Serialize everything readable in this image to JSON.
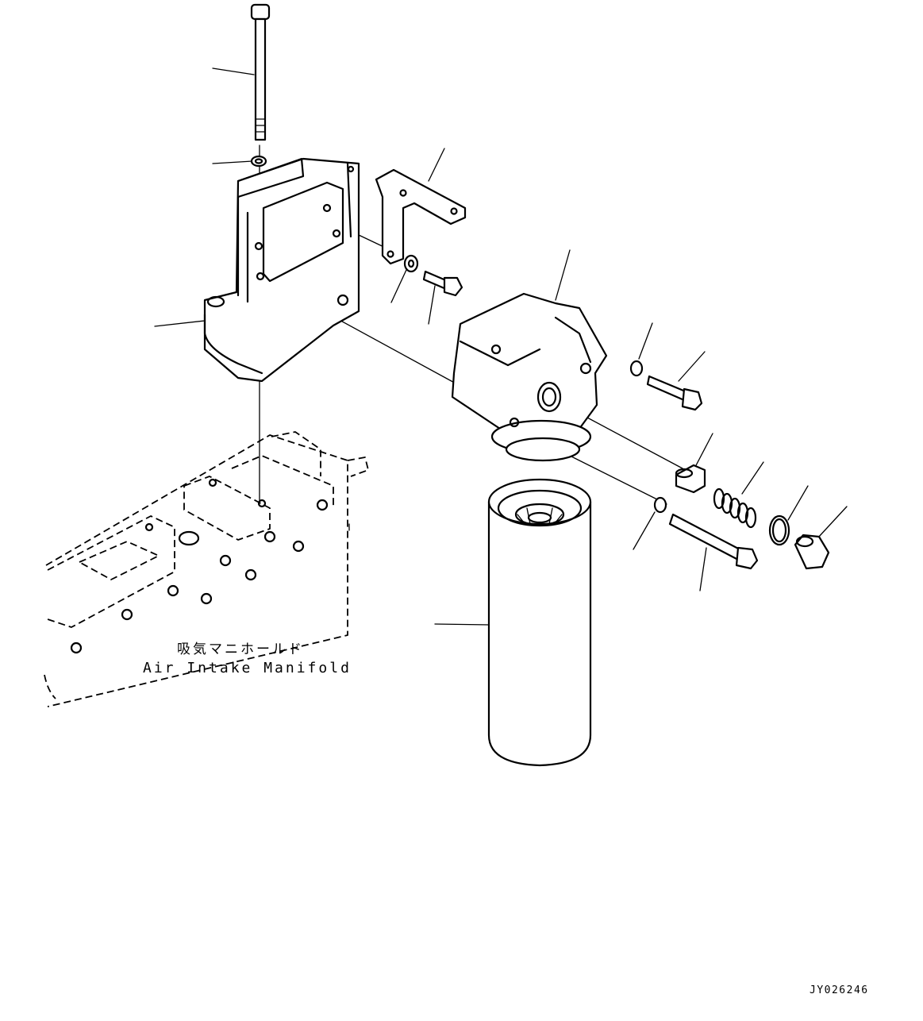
{
  "labels": {
    "manifold_jp": "吸気マニホールド",
    "manifold_en": "Air Intake Manifold",
    "drawing_number": "JY026246"
  }
}
